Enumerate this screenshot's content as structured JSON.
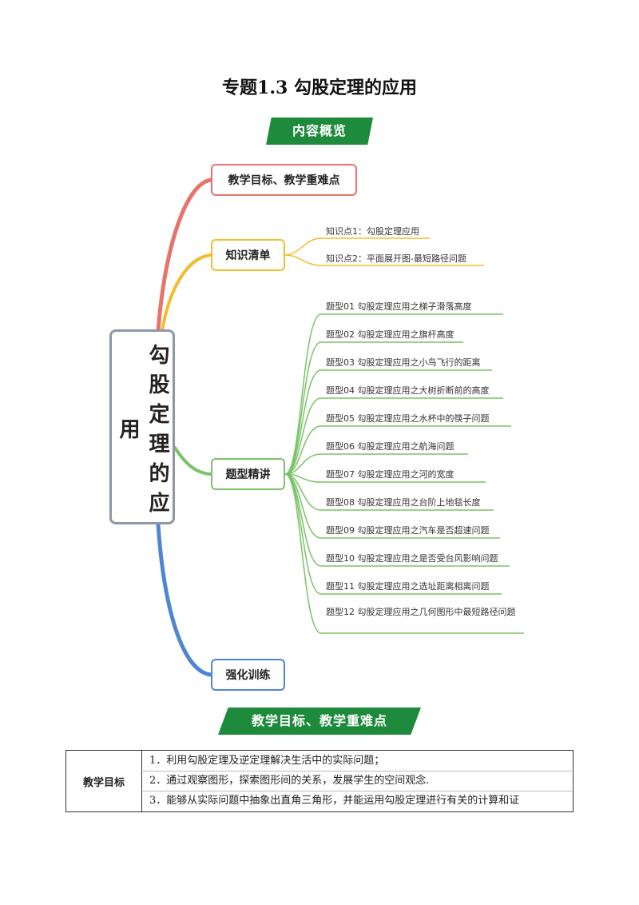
{
  "title": "专题1.3  勾股定理的应用",
  "banners": {
    "overview": "内容概览",
    "goals": "教学目标、教学重难点"
  },
  "mindmap": {
    "root": "勾股定理的应用",
    "branches": {
      "goals": "教学目标、教学重难点",
      "knowledge": "知识清单",
      "types": "题型精讲",
      "training": "强化训练"
    },
    "knowledge_items": [
      "知识点1：勾股定理应用",
      "知识点2：平面展开图-最短路径问题"
    ],
    "type_items": [
      "题型01  勾股定理应用之梯子滑落高度",
      "题型02  勾股定理应用之旗杆高度",
      "题型03  勾股定理应用之小鸟飞行的距离",
      "题型04  勾股定理应用之大树折断前的高度",
      "题型05  勾股定理应用之水杯中的筷子问题",
      "题型06  勾股定理应用之航海问题",
      "题型07  勾股定理应用之河的宽度",
      "题型08  勾股定理应用之台阶上地毯长度",
      "题型09  勾股定理应用之汽车是否超速问题",
      "题型10  勾股定理应用之是否受台风影响问题",
      "题型11  勾股定理应用之选址距离相离问题",
      "题型12  勾股定理应用之几何图形中最短路径问题"
    ],
    "colors": {
      "goals": "#e8736b",
      "knowledge": "#f2bd2d",
      "types": "#7ac366",
      "training": "#4f86d1"
    }
  },
  "goals_table": {
    "label": "教学目标",
    "items": [
      "1．利用勾股定理及逆定理解决生活中的实际问题；",
      "2．通过观察图形，探索图形间的关系，发展学生的空间观念.",
      "3．能够从实际问题中抽象出直角三角形，并能运用勾股定理进行有关的计算和证"
    ]
  }
}
